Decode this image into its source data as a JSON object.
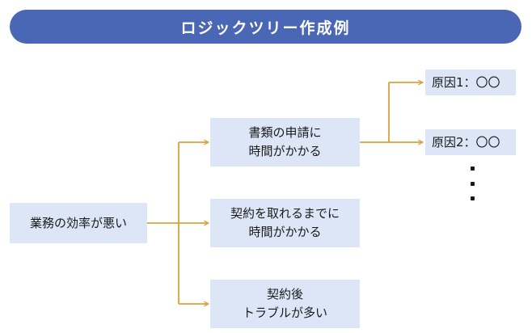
{
  "title": "ロジックツリー作成例",
  "root": {
    "label": "業務の効率が悪い"
  },
  "level1": [
    {
      "label": "書類の申請に\n時間がかかる"
    },
    {
      "label": "契約を取れるまでに\n時間がかかる"
    },
    {
      "label": "契約後\nトラブルが多い"
    }
  ],
  "level2": [
    {
      "label": "原因1：〇〇"
    },
    {
      "label": "原因2：〇〇"
    }
  ],
  "colors": {
    "title_bg": "#4a67b5",
    "node_bg": "#dde6f6",
    "connector": "#d9a23a"
  }
}
